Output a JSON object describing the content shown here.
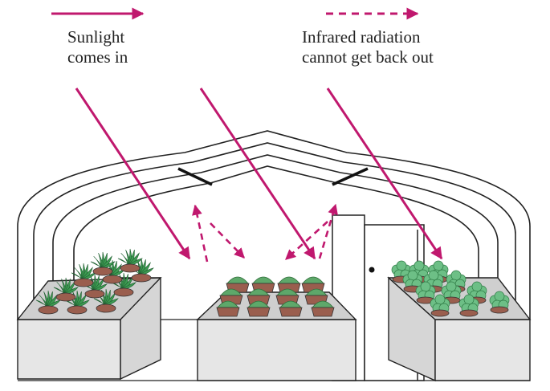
{
  "legend": {
    "sunlight_line1": "Sunlight",
    "sunlight_line2": "comes in",
    "infrared_line1": "Infrared radiation",
    "infrared_line2": "cannot get back out"
  },
  "colors": {
    "arrow": "#c0186e",
    "outline": "#222222",
    "box_fill": "#e6e6e6",
    "pot": "#9a5e4e",
    "leaf": "#3d9b52",
    "shrub": "#6dbf86",
    "dome_plant": "#5ea86a"
  },
  "icons": {
    "sunlight_arrow": "solid-arrow-icon",
    "infrared_arrow": "dashed-arrow-icon"
  }
}
